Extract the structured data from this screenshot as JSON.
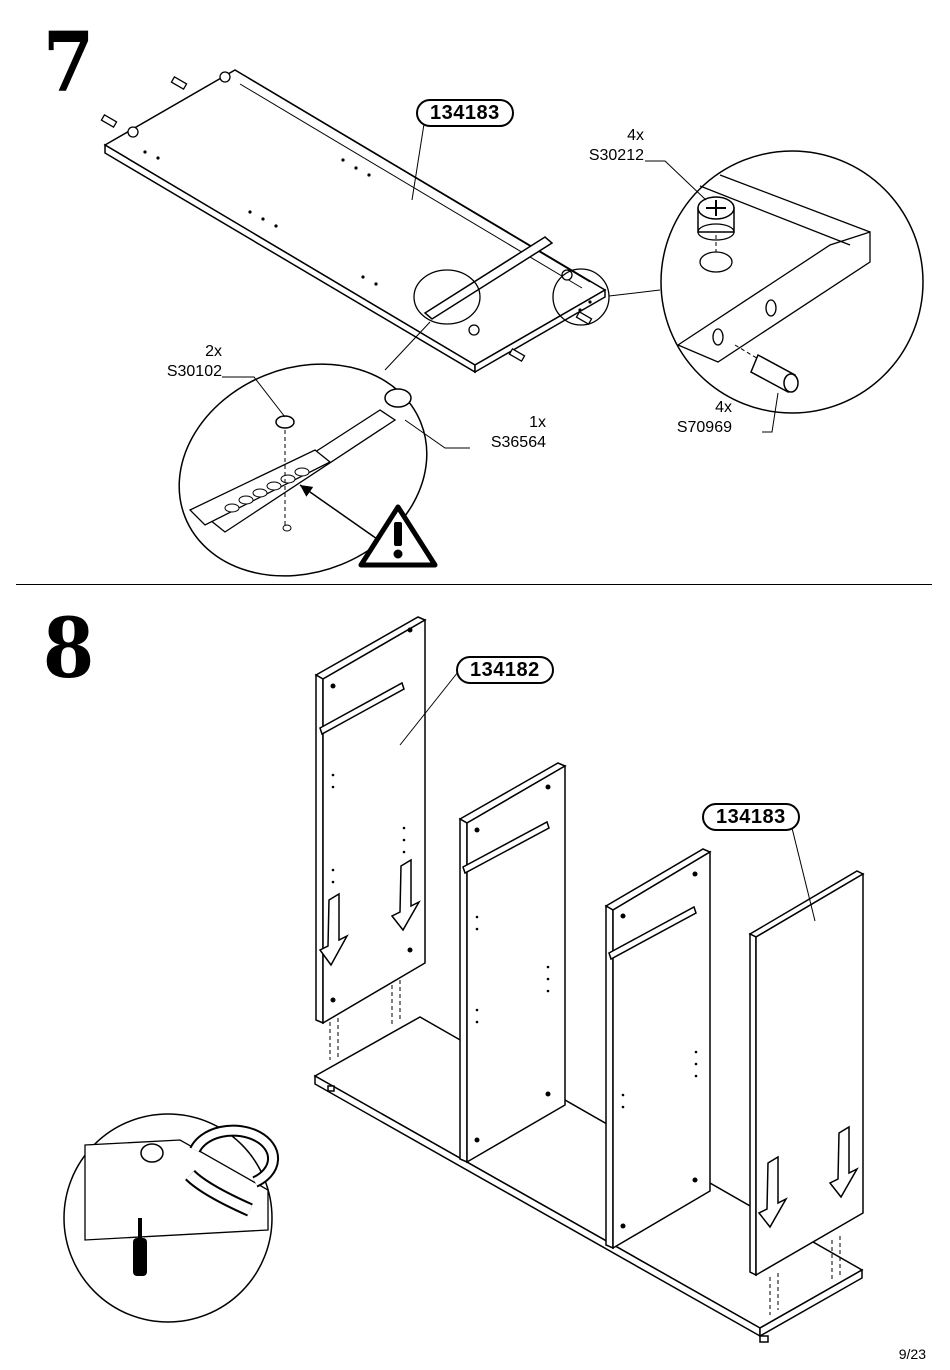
{
  "steps": [
    {
      "number": "7",
      "parts": [
        {
          "code": "134183"
        },
        {
          "qty": "4x",
          "code": "S30212"
        },
        {
          "qty": "2x",
          "code": "S30102"
        },
        {
          "qty": "1x",
          "code": "S36564"
        },
        {
          "qty": "4x",
          "code": "S70969"
        }
      ],
      "warning": "warning-icon"
    },
    {
      "number": "8",
      "parts": [
        {
          "code": "134182"
        },
        {
          "code": "134183"
        }
      ],
      "tool": "screwdriver-icon"
    }
  ],
  "page": "9/23"
}
